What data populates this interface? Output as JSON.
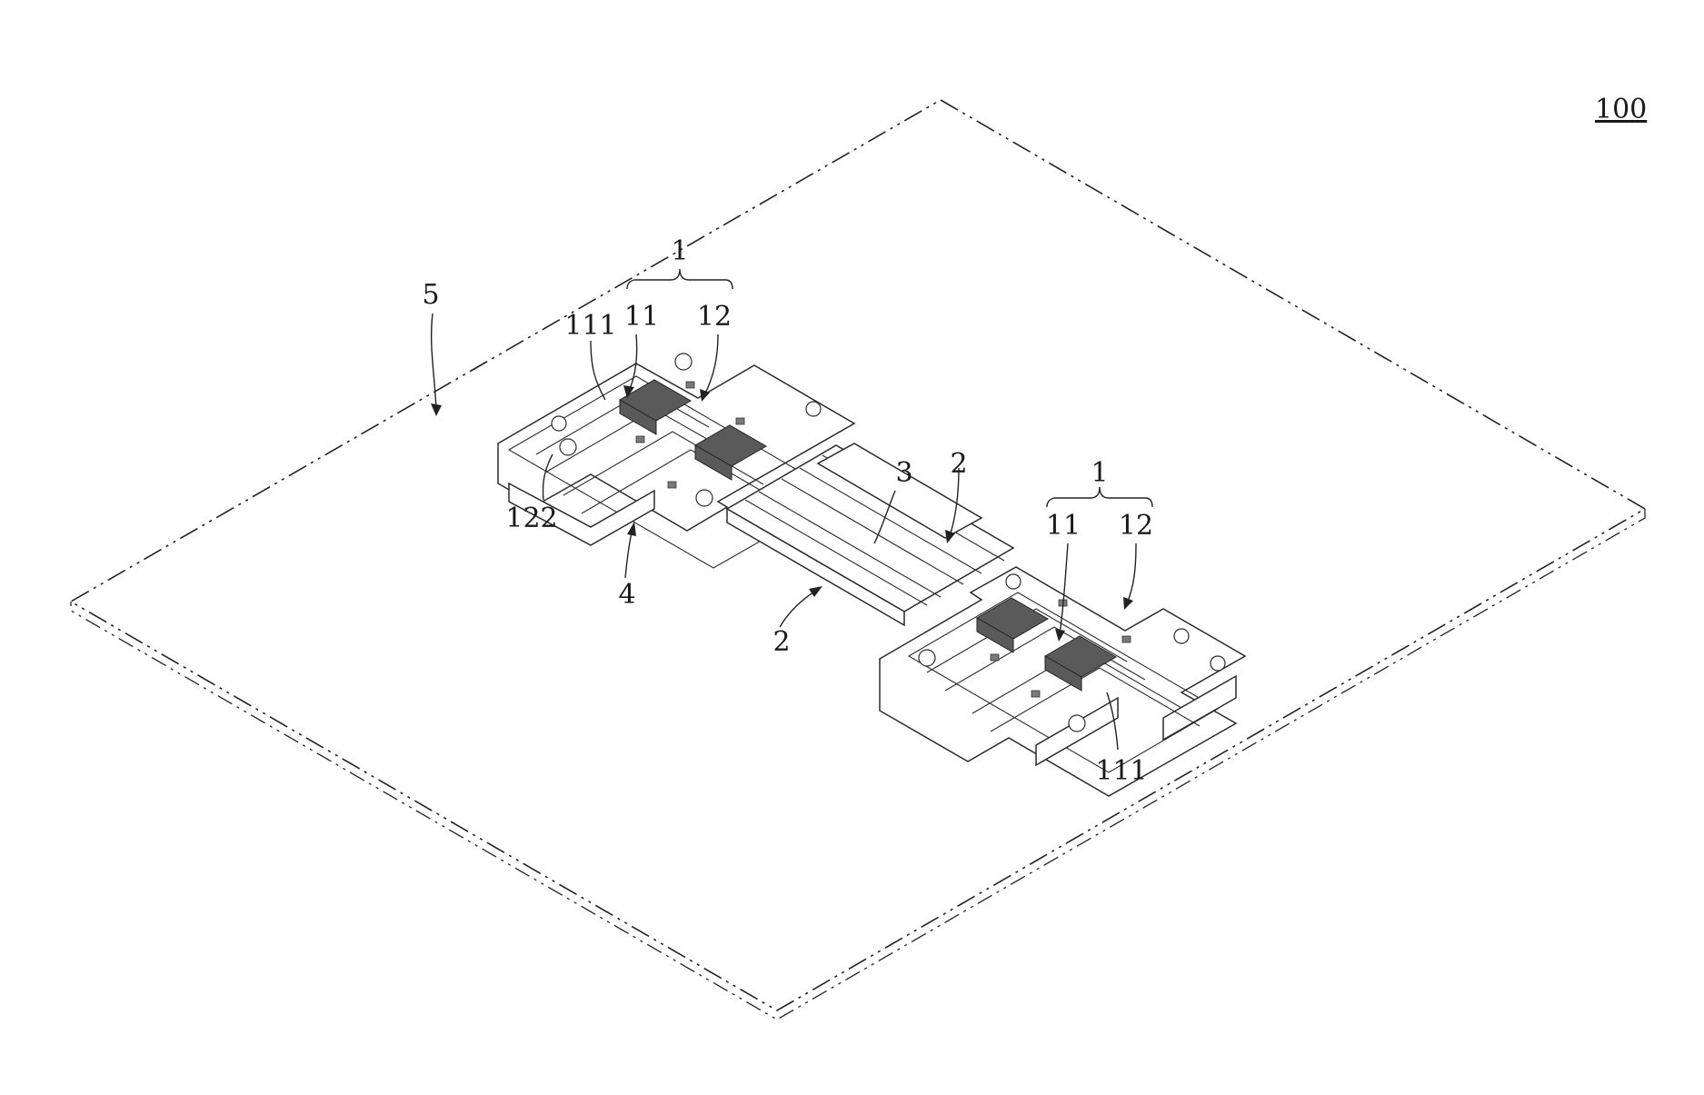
{
  "figure": {
    "number_label": "100"
  },
  "labels": {
    "plane": "5",
    "hinge_left_group": "1",
    "hinge_right_group": "1",
    "shaft_left": "111",
    "shaft_right": "111",
    "torsion_left": "11",
    "torsion_right": "11",
    "bracket_left": "12",
    "bracket_right": "12",
    "bracket_plate": "122",
    "link_plate": "4",
    "rail_upper": "2",
    "rail_lower": "2",
    "middle_bar": "3"
  }
}
